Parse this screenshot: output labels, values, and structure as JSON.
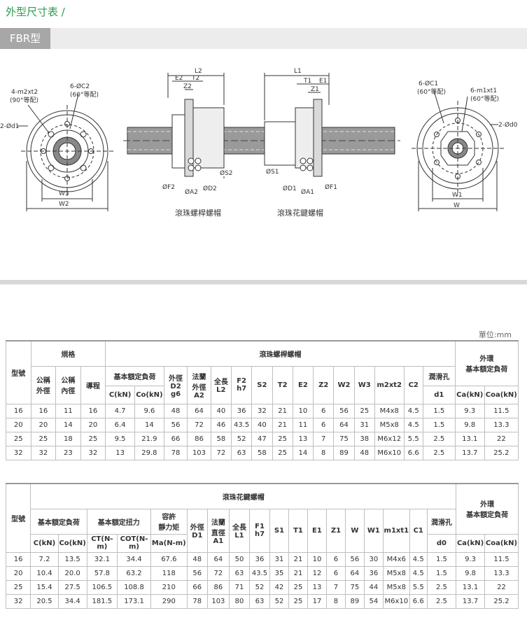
{
  "title": "外型尺寸表 /",
  "tag": "FBR型",
  "unit": "單位:mm",
  "diagram": {
    "left_labels": [
      "4-m2xt2",
      "(90°等配)",
      "6-ØC2",
      "(60°等配)",
      "2-Ød1",
      "W3",
      "W2"
    ],
    "screw_labels": [
      "L2",
      "E2",
      "T2",
      "Z2",
      "ØF2",
      "ØA2",
      "ØD2",
      "ØS2"
    ],
    "spline_labels": [
      "L1",
      "T1",
      "E1",
      "Z1",
      "ØS1",
      "ØD1",
      "ØA1",
      "ØF1"
    ],
    "right_labels": [
      "6-ØC1",
      "(60°等配)",
      "6-m1xt1",
      "(60°等配)",
      "2-Ød0",
      "W1",
      "W"
    ],
    "caption_screw": "滾珠螺桿螺帽",
    "caption_spline": "滾珠花鍵螺帽"
  },
  "table1": {
    "model": "型號",
    "spec": "規格",
    "screw_nut": "滾珠螺桿螺帽",
    "outer": "外環\n基本額定負荷",
    "nominal_od": "公稱\n外徑",
    "nominal_id": "公稱\n內徑",
    "lead": "導程",
    "basic_load": "基本額定負荷",
    "od_d2": "外徑\nD2\ng6",
    "flange_a2": "法蘭\n外徑\nA2",
    "len_l2": "全長\nL2",
    "f2": "F2\nh7",
    "s2": "S2",
    "t2": "T2",
    "e2": "E2",
    "z2": "Z2",
    "w2": "W2",
    "w3": "W3",
    "m2xt2": "m2xt2",
    "c2": "C2",
    "lube": "潤滑孔",
    "d1": "d1",
    "c": "C(kN)",
    "co": "Co(kN)",
    "ca": "Ca(kN)",
    "coa": "Coa(kN)",
    "rows": [
      [
        "16",
        "16",
        "11",
        "16",
        "4.7",
        "9.6",
        "48",
        "64",
        "40",
        "36",
        "32",
        "21",
        "10",
        "6",
        "56",
        "25",
        "M4x8",
        "4.5",
        "1.5",
        "9.3",
        "11.5"
      ],
      [
        "20",
        "20",
        "14",
        "20",
        "6.4",
        "14",
        "56",
        "72",
        "46",
        "43.5",
        "40",
        "21",
        "11",
        "6",
        "64",
        "31",
        "M5x8",
        "4.5",
        "1.5",
        "9.8",
        "13.3"
      ],
      [
        "25",
        "25",
        "18",
        "25",
        "9.5",
        "21.9",
        "66",
        "86",
        "58",
        "52",
        "47",
        "25",
        "13",
        "7",
        "75",
        "38",
        "M6x12",
        "5.5",
        "2.5",
        "13.1",
        "22"
      ],
      [
        "32",
        "32",
        "23",
        "32",
        "13",
        "29.8",
        "78",
        "103",
        "72",
        "63",
        "58",
        "25",
        "14",
        "8",
        "89",
        "48",
        "M6x10",
        "6.6",
        "2.5",
        "13.7",
        "25.2"
      ]
    ]
  },
  "table2": {
    "model": "型號",
    "spline_nut": "滾珠花鍵螺帽",
    "outer": "外環\n基本額定負荷",
    "basic_load": "基本額定負荷",
    "basic_torque": "基本額定扭力",
    "static_moment": "容許\n靜力矩",
    "od_d1": "外徑\nD1",
    "flange_a1": "法蘭\n直徑\nA1",
    "len_l1": "全長\nL1",
    "f1": "F1\nh7",
    "s1": "S1",
    "t1": "T1",
    "e1": "E1",
    "z1": "Z1",
    "w": "W",
    "w1": "W1",
    "m1xt1": "m1xt1",
    "c1": "C1",
    "lube": "潤滑孔",
    "d0": "d0",
    "c": "C(kN)",
    "co": "Co(kN)",
    "ct": "CT(N-m)",
    "cot": "COT(N-m)",
    "ma": "Ma(N-m)",
    "ca": "Ca(kN)",
    "coa": "Coa(kN)",
    "rows": [
      [
        "16",
        "7.2",
        "13.5",
        "32.1",
        "34.4",
        "67.6",
        "48",
        "64",
        "50",
        "36",
        "31",
        "21",
        "10",
        "6",
        "56",
        "30",
        "M4x6",
        "4.5",
        "1.5",
        "9.3",
        "11.5"
      ],
      [
        "20",
        "10.4",
        "20.0",
        "57.8",
        "63.2",
        "118",
        "56",
        "72",
        "63",
        "43.5",
        "35",
        "21",
        "12",
        "6",
        "64",
        "36",
        "M5x8",
        "4.5",
        "1.5",
        "9.8",
        "13.3"
      ],
      [
        "25",
        "15.4",
        "27.5",
        "106.5",
        "108.8",
        "210",
        "66",
        "86",
        "71",
        "52",
        "42",
        "25",
        "13",
        "7",
        "75",
        "44",
        "M5x8",
        "5.5",
        "2.5",
        "13.1",
        "22"
      ],
      [
        "32",
        "20.5",
        "34.4",
        "181.5",
        "173.1",
        "290",
        "78",
        "103",
        "80",
        "63",
        "52",
        "25",
        "17",
        "8",
        "89",
        "54",
        "M6x10",
        "6.6",
        "2.5",
        "13.7",
        "25.2"
      ]
    ]
  }
}
